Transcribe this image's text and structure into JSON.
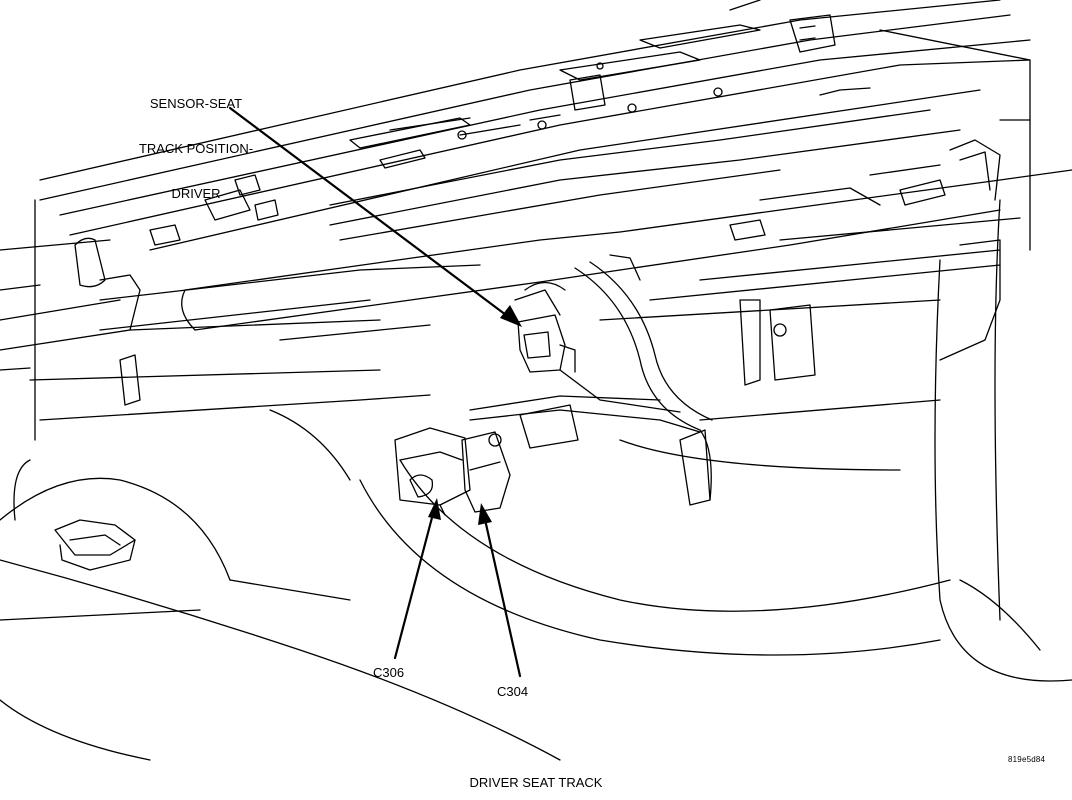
{
  "callouts": {
    "sensor_line1": "SENSOR-SEAT",
    "sensor_line2": "TRACK POSITION-",
    "sensor_line3": "DRIVER",
    "c306": "C306",
    "c304": "C304"
  },
  "caption": "DRIVER SEAT TRACK",
  "figure_id": "819e5d84",
  "colors": {
    "line": "#000000",
    "background": "#ffffff"
  }
}
